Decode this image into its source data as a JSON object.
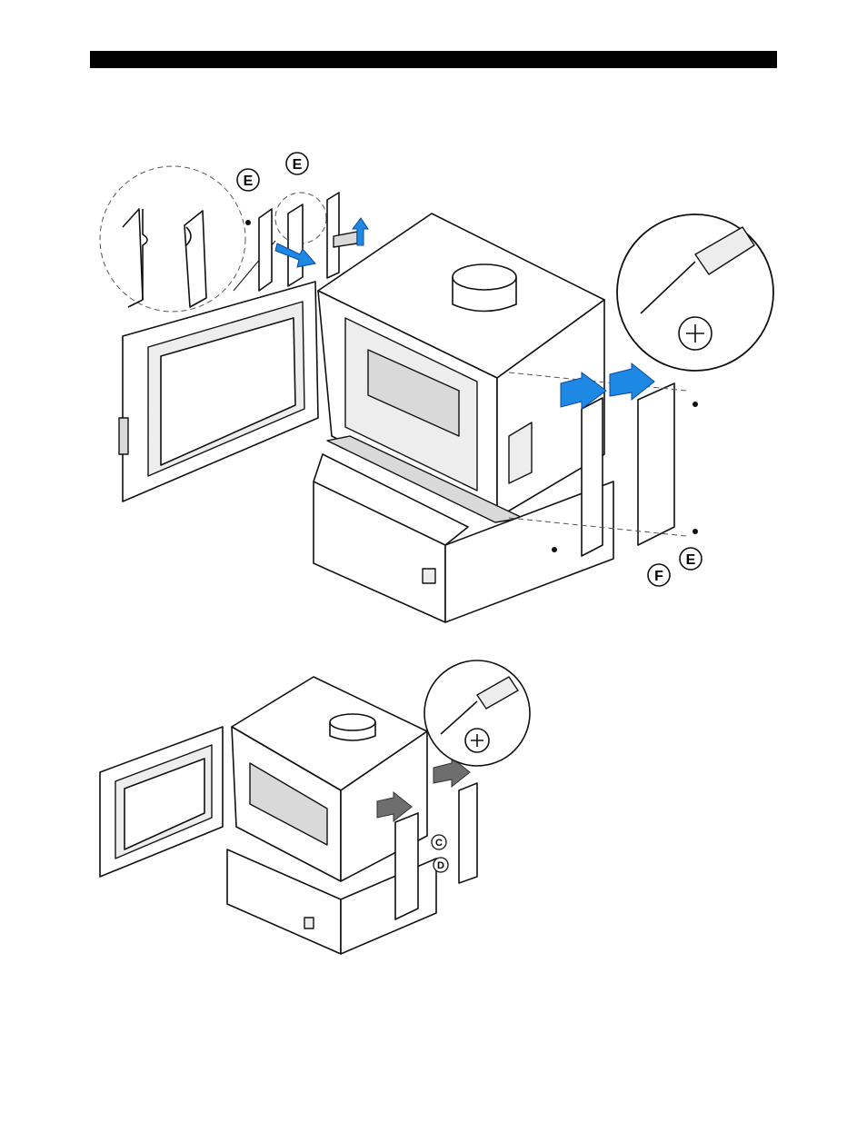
{
  "header": {
    "bar_color": "#000000"
  },
  "figure_top": {
    "callouts": {
      "e_left": "E",
      "e_top": "E",
      "f": "F",
      "e_right": "E"
    },
    "arrow_color": "#1e88e5",
    "icons": [
      "screwdriver-icon",
      "phillips-screw-icon"
    ]
  },
  "figure_bottom": {
    "callouts": {
      "c": "C",
      "d": "D"
    },
    "arrow_color": "#6e6e6e",
    "icons": [
      "screwdriver-icon",
      "phillips-screw-icon"
    ]
  }
}
